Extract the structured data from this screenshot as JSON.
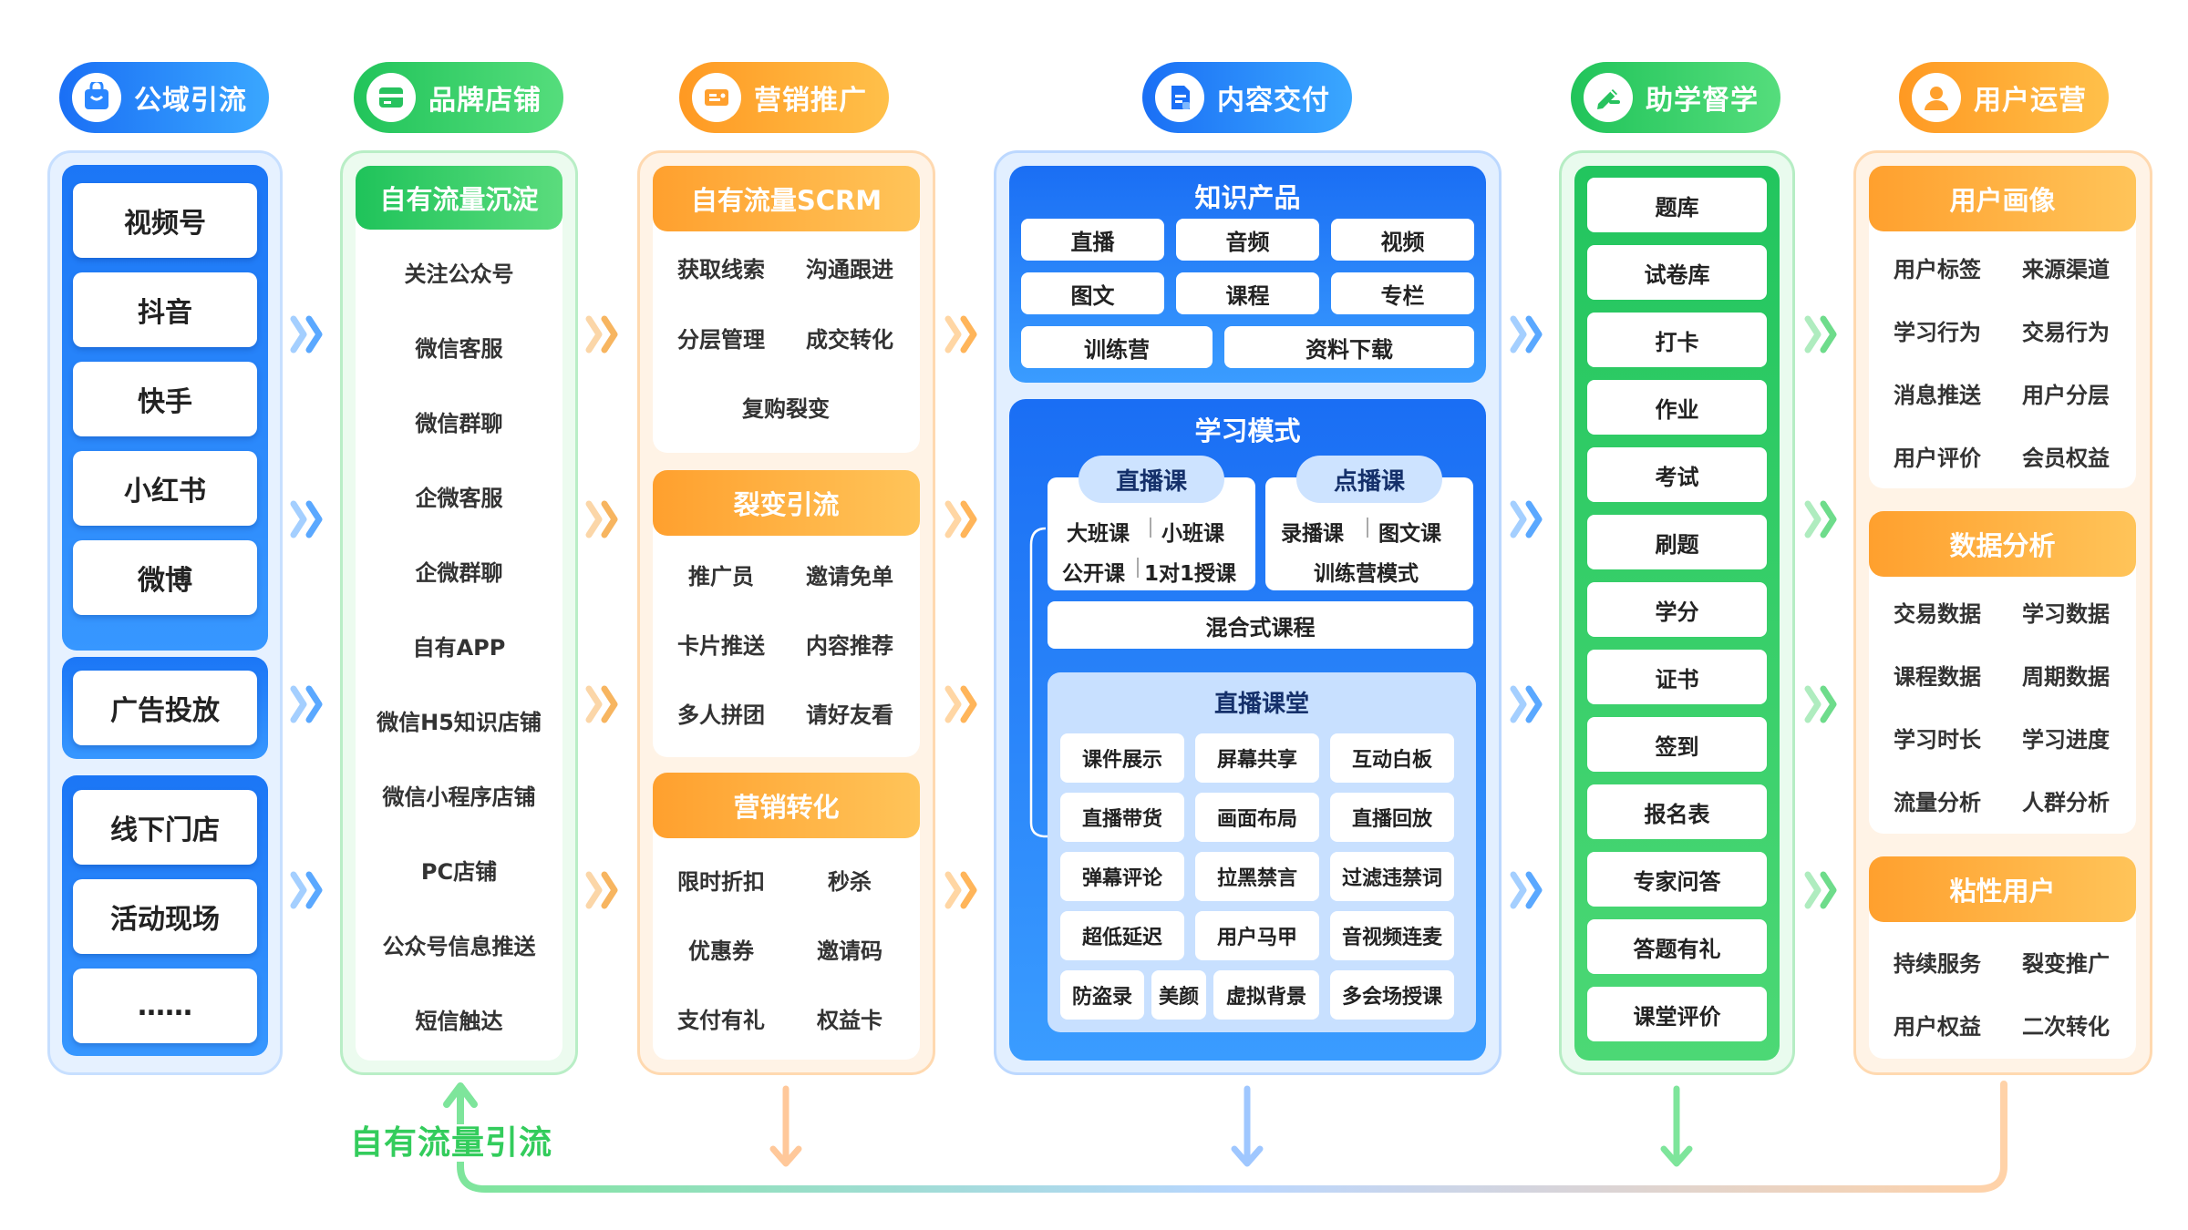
{
  "columns": [
    {
      "title": "公域引流",
      "icon": "storefront-bag-icon"
    },
    {
      "title": "品牌店铺",
      "icon": "shop-card-icon"
    },
    {
      "title": "营销推广",
      "icon": "coupon-ticket-icon"
    },
    {
      "title": "内容交付",
      "icon": "document-icon"
    },
    {
      "title": "助学督学",
      "icon": "pencil-ruler-icon"
    },
    {
      "title": "用户运营",
      "icon": "user-icon"
    }
  ],
  "public_traffic": {
    "platforms": [
      "视频号",
      "抖音",
      "快手",
      "小红书",
      "微博"
    ],
    "ads": [
      "广告投放"
    ],
    "offline": [
      "线下门店",
      "活动现场",
      "……"
    ]
  },
  "brand_store": {
    "header": "自有流量沉淀",
    "items": [
      "关注公众号",
      "微信客服",
      "微信群聊",
      "企微客服",
      "企微群聊",
      "自有APP",
      "微信H5知识店铺",
      "微信小程序店铺",
      "PC店铺",
      "公众号信息推送",
      "短信触达"
    ]
  },
  "marketing": {
    "sections": [
      {
        "header": "自有流量SCRM",
        "items": [
          "获取线索",
          "沟通跟进",
          "分层管理",
          "成交转化",
          "复购裂变"
        ]
      },
      {
        "header": "裂变引流",
        "items": [
          "推广员",
          "邀请免单",
          "卡片推送",
          "内容推荐",
          "多人拼团",
          "请好友看"
        ]
      },
      {
        "header": "营销转化",
        "items": [
          "限时折扣",
          "秒杀",
          "优惠券",
          "邀请码",
          "支付有礼",
          "权益卡"
        ]
      }
    ]
  },
  "content": {
    "products_title": "知识产品",
    "products": [
      "直播",
      "音频",
      "视频",
      "图文",
      "课程",
      "专栏",
      "训练营",
      "资料下载"
    ],
    "mode_title": "学习模式",
    "live_tab": "直播课",
    "live_items": [
      "大班课",
      "小班课",
      "公开课",
      "1对1授课"
    ],
    "vod_tab": "点播课",
    "vod_items": [
      "录播课",
      "图文课",
      "训练营模式"
    ],
    "mixed": "混合式课程",
    "classroom_title": "直播课堂",
    "classroom_items": [
      "课件展示",
      "屏幕共享",
      "互动白板",
      "直播带货",
      "画面布局",
      "直播回放",
      "弹幕评论",
      "拉黑禁言",
      "过滤违禁词",
      "超低延迟",
      "用户马甲",
      "音视频连麦",
      "防盗录",
      "美颜",
      "虚拟背景",
      "多会场授课"
    ]
  },
  "study": {
    "items": [
      "题库",
      "试卷库",
      "打卡",
      "作业",
      "考试",
      "刷题",
      "学分",
      "证书",
      "签到",
      "报名表",
      "专家问答",
      "答题有礼",
      "课堂评价"
    ]
  },
  "operations": {
    "sections": [
      {
        "header": "用户画像",
        "items": [
          "用户标签",
          "来源渠道",
          "学习行为",
          "交易行为",
          "消息推送",
          "用户分层",
          "用户评价",
          "会员权益"
        ]
      },
      {
        "header": "数据分析",
        "items": [
          "交易数据",
          "学习数据",
          "课程数据",
          "周期数据",
          "学习时长",
          "学习进度",
          "流量分析",
          "人群分析"
        ]
      },
      {
        "header": "粘性用户",
        "items": [
          "持续服务",
          "裂变推广",
          "用户权益",
          "二次转化"
        ]
      }
    ]
  },
  "bottom_label": "自有流量引流",
  "colors": {
    "blue": "#1a6ff5",
    "green": "#22c55e",
    "orange": "#ffa02e"
  }
}
